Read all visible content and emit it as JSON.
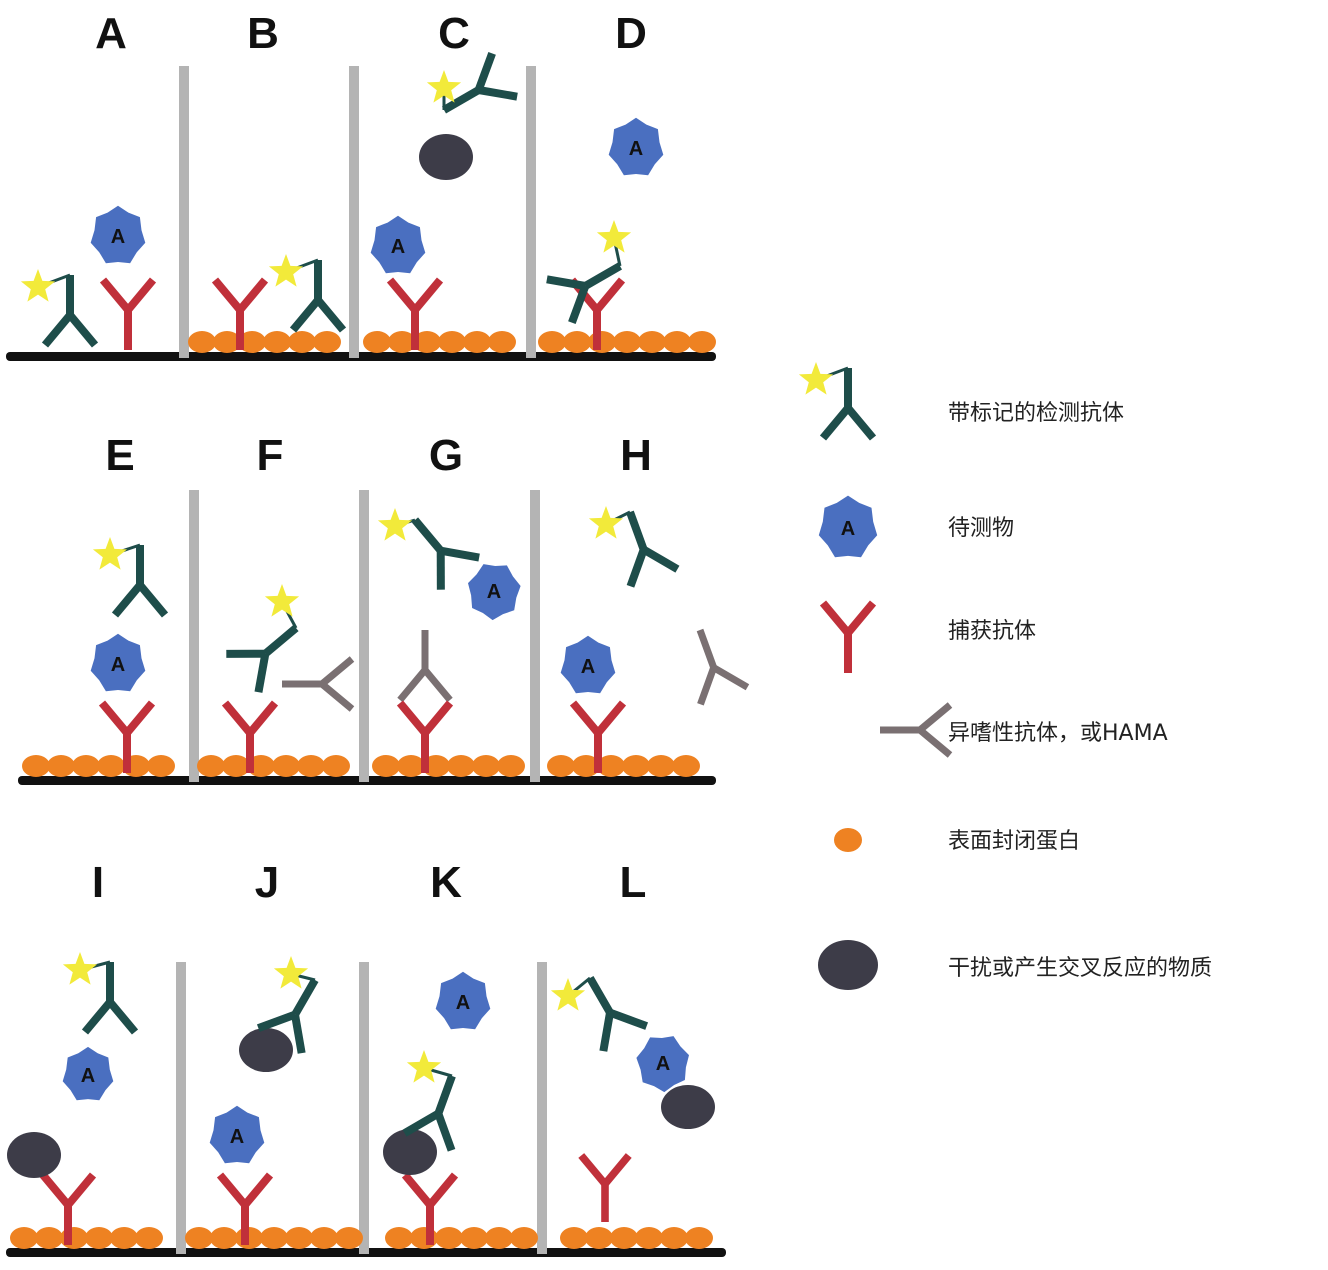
{
  "panels": [
    "A",
    "B",
    "C",
    "D",
    "E",
    "F",
    "G",
    "H",
    "I",
    "J",
    "K",
    "L"
  ],
  "analyte_letter": "A",
  "legend": [
    {
      "icon": "labeled-detection-antibody-icon",
      "label": "带标记的检测抗体"
    },
    {
      "icon": "analyte-icon",
      "label": "待测物"
    },
    {
      "icon": "capture-antibody-icon",
      "label": "捕获抗体"
    },
    {
      "icon": "heterophilic-antibody-icon",
      "label": "异嗜性抗体，或HAMA"
    },
    {
      "icon": "blocking-protein-icon",
      "label": "表面封闭蛋白"
    },
    {
      "icon": "interfering-substance-icon",
      "label": "干扰或产生交叉反应的物质"
    }
  ],
  "colors": {
    "capture_antibody": "#c0303a",
    "detection_antibody": "#1e4d4a",
    "label_star": "#f2ea3a",
    "analyte": "#4a6fc0",
    "heterophilic_antibody": "#7a7072",
    "blocking_protein": "#ee8222",
    "interfering_substance": "#3d3c48",
    "surface": "#111111",
    "divider": "#b4b4b4"
  }
}
